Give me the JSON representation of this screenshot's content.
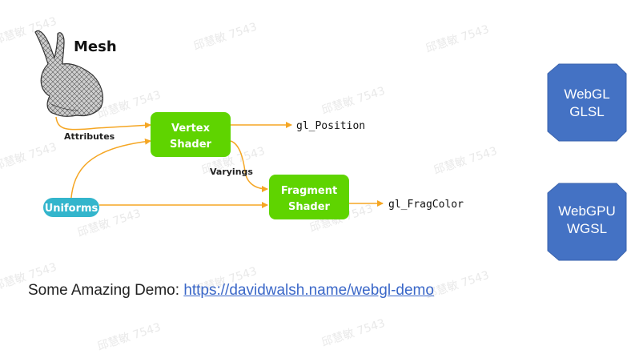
{
  "diagram": {
    "mesh_label": "Mesh",
    "attributes_label": "Attributes",
    "varyings_label": "Varyings",
    "vertex_shader": {
      "line1": "Vertex",
      "line2": "Shader"
    },
    "fragment_shader": {
      "line1": "Fragment",
      "line2": "Shader"
    },
    "uniforms": "Uniforms",
    "gl_position": "gl_Position",
    "gl_fragcolor": "gl_FragColor"
  },
  "badges": {
    "webgl": {
      "line1": "WebGL",
      "line2": "GLSL"
    },
    "webgpu": {
      "line1": "WebGPU",
      "line2": "WGSL"
    }
  },
  "demo": {
    "prefix": "Some Amazing Demo: ",
    "link_text": "https://davidwalsh.name/webgl-demo"
  },
  "watermark": "邱慧敏 7543",
  "colors": {
    "shader_green": "#5fd400",
    "uniforms_teal": "#33b5cc",
    "arrow_orange": "#f5a623",
    "badge_blue": "#4472c4",
    "link_blue": "#3a67c8"
  }
}
